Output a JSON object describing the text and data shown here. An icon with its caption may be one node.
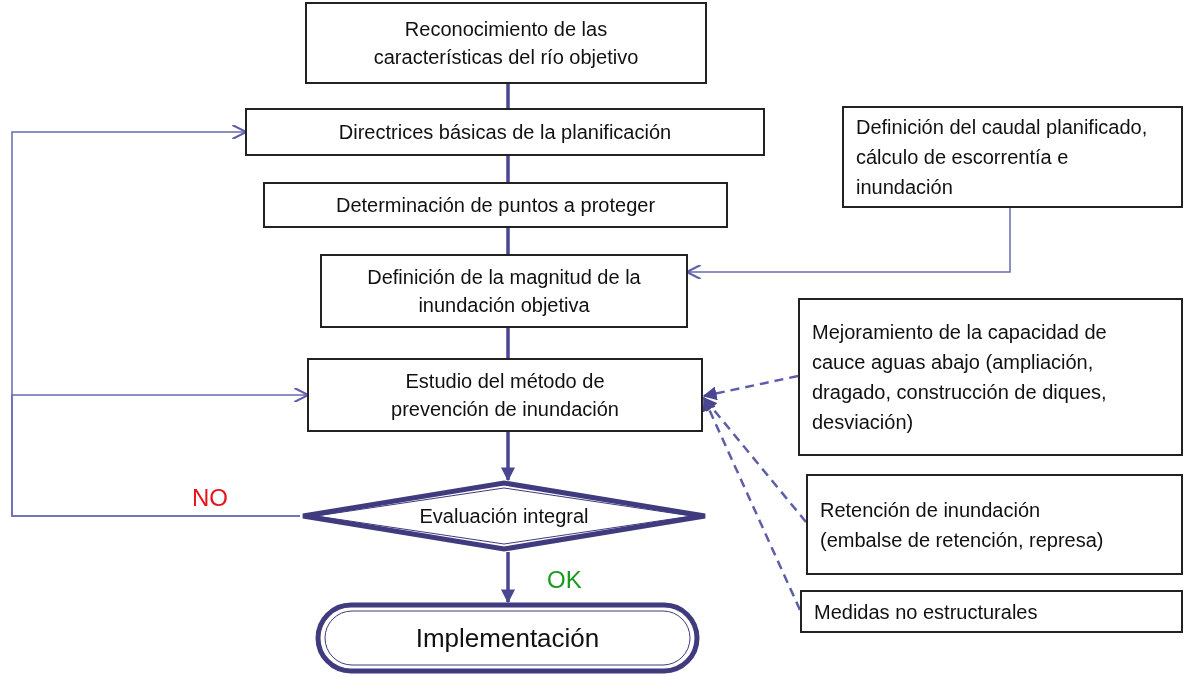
{
  "diagram": {
    "nodes": [
      {
        "text": [
          "Reconocimiento de las características del río objetivo"
        ]
      },
      {
        "text": [
          "Directrices básicas de la planificación"
        ]
      },
      {
        "text": [
          "Determinación de puntos a proteger"
        ]
      },
      {
        "text": [
          "Definición de la magnitud de la inundación objetiva"
        ]
      },
      {
        "text": [
          "Estudio del método de prevención de inundación"
        ]
      },
      {
        "text": [
          "Evaluación integral"
        ]
      },
      {
        "text": [
          "Implementación"
        ]
      },
      {
        "text": [
          "Definición del caudal planificado, cálculo de escorrentía e inundación"
        ]
      },
      {
        "text": [
          "Mejoramiento de la capacidad de cauce aguas abajo (ampliación, dragado, construcción de diques, desviación)"
        ]
      },
      {
        "text": [
          "Retención de inundación (embalse de retención, represa)"
        ]
      },
      {
        "text": [
          "Medidas no estructurales"
        ]
      }
    ],
    "edges": [
      {
        "from": 0,
        "to": 1,
        "arrow": "none"
      },
      {
        "from": 1,
        "to": 2,
        "arrow": "none"
      },
      {
        "from": 2,
        "to": 3,
        "arrow": "none"
      },
      {
        "from": 3,
        "to": 4,
        "arrow": "none"
      },
      {
        "from": 4,
        "to": 5,
        "arrow": "to"
      },
      {
        "from": 5,
        "to": 6,
        "arrow": "to",
        "label": "OK"
      },
      {
        "from": 5,
        "to": 1,
        "arrow": "to",
        "label": "NO",
        "color": "#6a6ab0"
      },
      {
        "from": 5,
        "to": 4,
        "arrow": "to",
        "color": "#6a6ab0"
      },
      {
        "from": 7,
        "to": 3,
        "arrow": "to",
        "color": "#6a6ab0"
      },
      {
        "from": 8,
        "to": 4,
        "arrow": "to",
        "style": "dashed"
      },
      {
        "from": 9,
        "to": 4,
        "arrow": "to",
        "style": "dashed"
      },
      {
        "from": 10,
        "to": 4,
        "arrow": "to",
        "style": "dashed"
      }
    ]
  }
}
